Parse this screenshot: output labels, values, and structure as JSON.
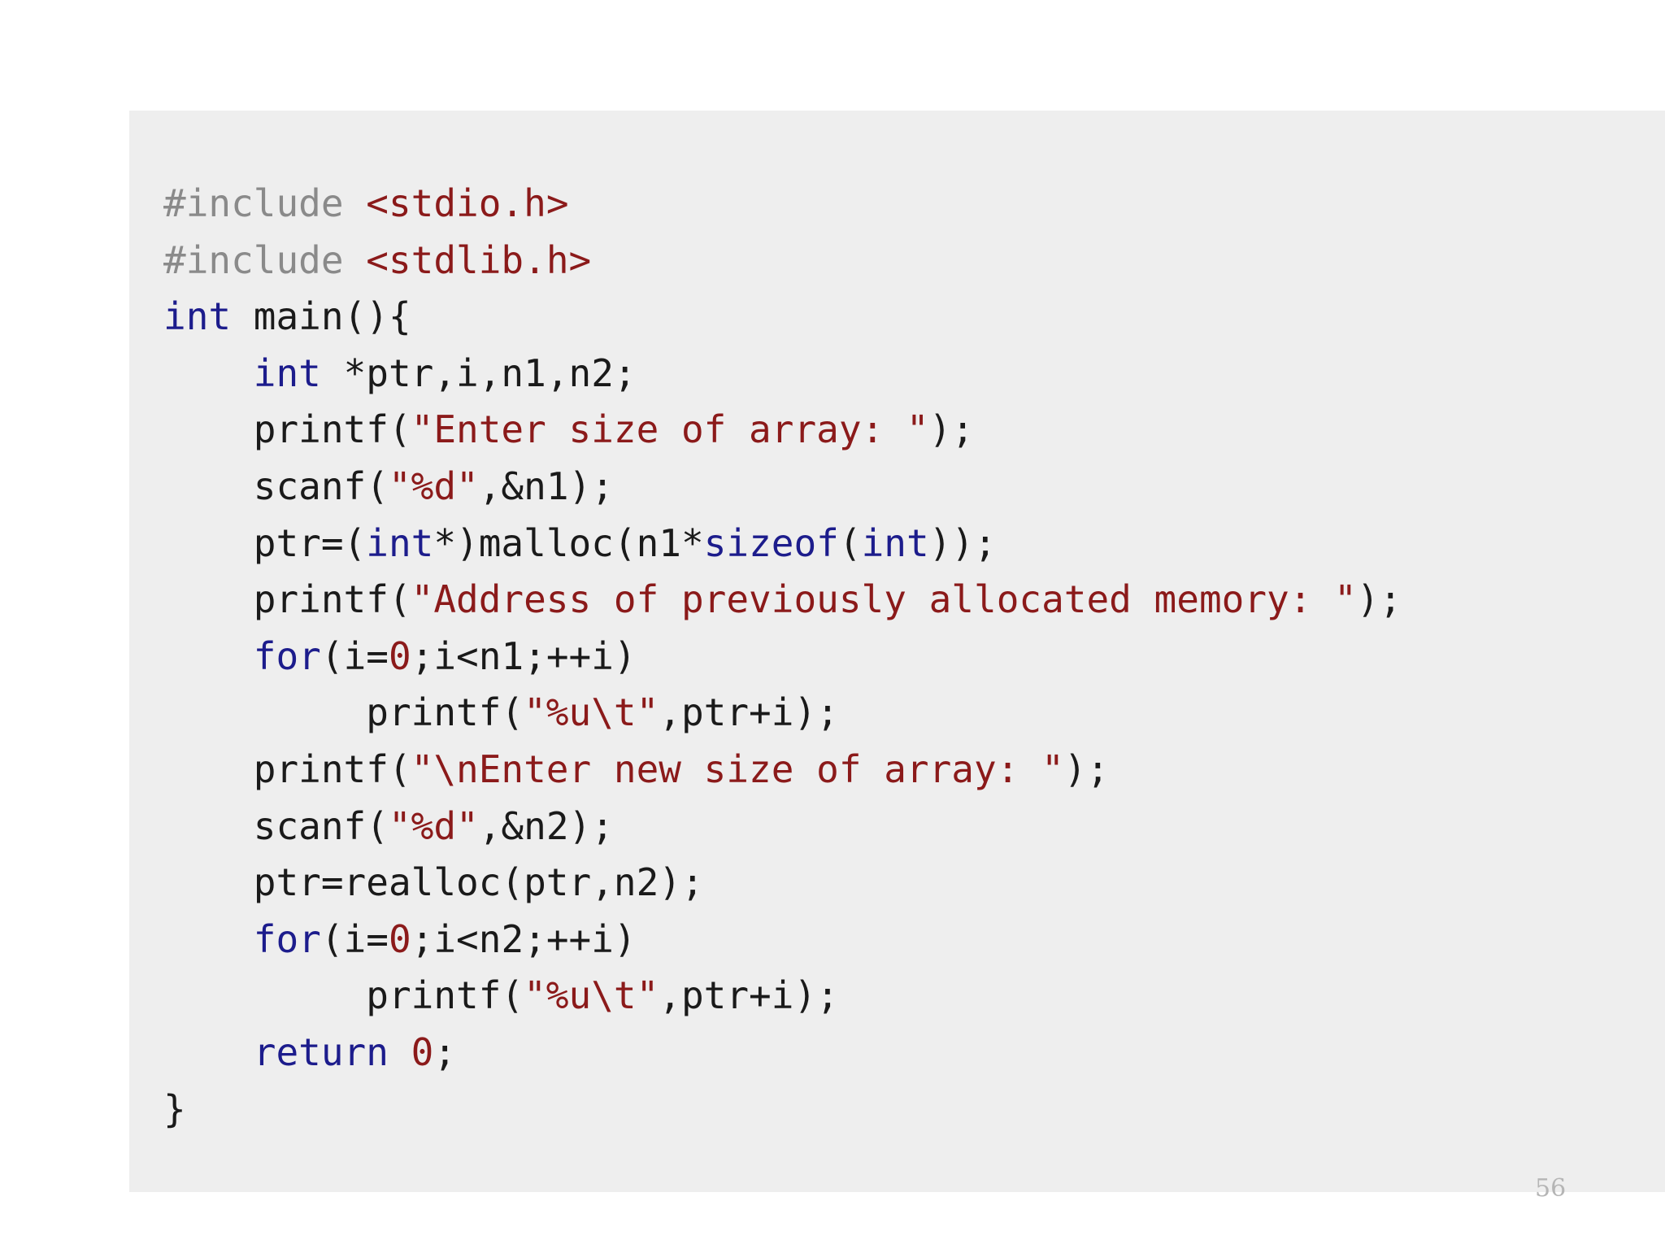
{
  "code_block": {
    "lines": [
      [
        {
          "t": "pp",
          "v": "#include"
        },
        {
          "t": "plain",
          "v": " "
        },
        {
          "t": "hdr",
          "v": "<stdio.h>"
        }
      ],
      [
        {
          "t": "pp",
          "v": "#include"
        },
        {
          "t": "plain",
          "v": " "
        },
        {
          "t": "hdr",
          "v": "<stdlib.h>"
        }
      ],
      [
        {
          "t": "kw",
          "v": "int"
        },
        {
          "t": "plain",
          "v": " main(){"
        }
      ],
      [
        {
          "t": "plain",
          "v": "    "
        },
        {
          "t": "kw",
          "v": "int"
        },
        {
          "t": "plain",
          "v": " *ptr,i,n1,n2;"
        }
      ],
      [
        {
          "t": "plain",
          "v": "    printf("
        },
        {
          "t": "str",
          "v": "\"Enter size of array: \""
        },
        {
          "t": "plain",
          "v": ");"
        }
      ],
      [
        {
          "t": "plain",
          "v": "    scanf("
        },
        {
          "t": "str",
          "v": "\"%d\""
        },
        {
          "t": "plain",
          "v": ",&n1);"
        }
      ],
      [
        {
          "t": "plain",
          "v": "    ptr=("
        },
        {
          "t": "kw",
          "v": "int"
        },
        {
          "t": "plain",
          "v": "*)malloc(n1*"
        },
        {
          "t": "kw",
          "v": "sizeof"
        },
        {
          "t": "plain",
          "v": "("
        },
        {
          "t": "kw",
          "v": "int"
        },
        {
          "t": "plain",
          "v": "));"
        }
      ],
      [
        {
          "t": "plain",
          "v": "    printf("
        },
        {
          "t": "str",
          "v": "\"Address of previously allocated memory: \""
        },
        {
          "t": "plain",
          "v": ");"
        }
      ],
      [
        {
          "t": "plain",
          "v": "    "
        },
        {
          "t": "kw",
          "v": "for"
        },
        {
          "t": "plain",
          "v": "(i="
        },
        {
          "t": "num",
          "v": "0"
        },
        {
          "t": "plain",
          "v": ";i<n1;++i)"
        }
      ],
      [
        {
          "t": "plain",
          "v": "         printf("
        },
        {
          "t": "str",
          "v": "\"%u\\t\""
        },
        {
          "t": "plain",
          "v": ",ptr+i);"
        }
      ],
      [
        {
          "t": "plain",
          "v": "    printf("
        },
        {
          "t": "str",
          "v": "\"\\nEnter new size of array: \""
        },
        {
          "t": "plain",
          "v": ");"
        }
      ],
      [
        {
          "t": "plain",
          "v": "    scanf("
        },
        {
          "t": "str",
          "v": "\"%d\""
        },
        {
          "t": "plain",
          "v": ",&n2);"
        }
      ],
      [
        {
          "t": "plain",
          "v": "    ptr=realloc(ptr,n2);"
        }
      ],
      [
        {
          "t": "plain",
          "v": "    "
        },
        {
          "t": "kw",
          "v": "for"
        },
        {
          "t": "plain",
          "v": "(i="
        },
        {
          "t": "num",
          "v": "0"
        },
        {
          "t": "plain",
          "v": ";i<n2;++i)"
        }
      ],
      [
        {
          "t": "plain",
          "v": "         printf("
        },
        {
          "t": "str",
          "v": "\"%u\\t\""
        },
        {
          "t": "plain",
          "v": ",ptr+i);"
        }
      ],
      [
        {
          "t": "plain",
          "v": "    "
        },
        {
          "t": "kw",
          "v": "return"
        },
        {
          "t": "plain",
          "v": " "
        },
        {
          "t": "num",
          "v": "0"
        },
        {
          "t": "plain",
          "v": ";"
        }
      ],
      [
        {
          "t": "plain",
          "v": "}"
        }
      ]
    ]
  },
  "page_number": "56",
  "colors": {
    "background": "#ffffff",
    "code_panel": "#eeeeee",
    "preprocessor": "#8a8a8a",
    "keyword": "#1c1c8c",
    "string": "#8b1a1a",
    "text": "#1a1a1a"
  }
}
